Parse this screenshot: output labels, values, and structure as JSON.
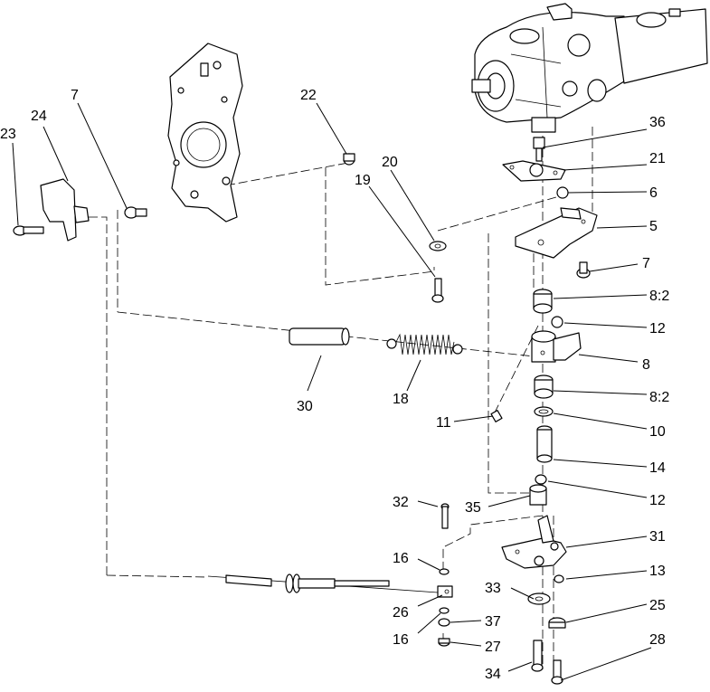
{
  "labels": {
    "l36": "36",
    "l21": "21",
    "l6": "6",
    "l5": "5",
    "l7r": "7",
    "l8_2a": "8:2",
    "l12a": "12",
    "l8": "8",
    "l8_2b": "8:2",
    "l10": "10",
    "l14": "14",
    "l12b": "12",
    "l31": "31",
    "l13": "13",
    "l25": "25",
    "l28": "28",
    "l23": "23",
    "l24": "24",
    "l7l": "7",
    "l22": "22",
    "l20": "20",
    "l19": "19",
    "l30": "30",
    "l18": "18",
    "l11": "11",
    "l32": "32",
    "l35": "35",
    "l16a": "16",
    "l33": "33",
    "l26": "26",
    "l16b": "16",
    "l37": "37",
    "l27": "27",
    "l34": "34"
  }
}
